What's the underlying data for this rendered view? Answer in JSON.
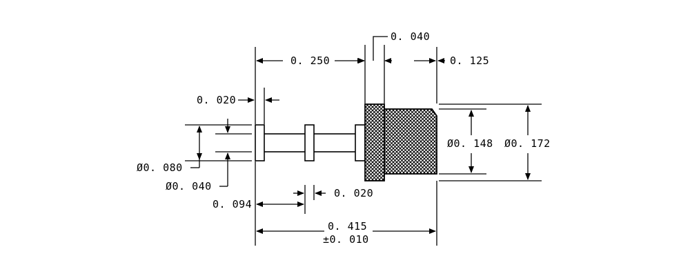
{
  "dimensions": {
    "overall_length": "0. 415",
    "overall_tolerance": "±0. 010",
    "flange_to_knurl": "0. 250",
    "knurl_shoulder": "0. 040",
    "knurl_length": "0. 125",
    "flange_thickness": "0. 020",
    "collar_thickness": "0. 020",
    "flange_to_collar": "0. 094",
    "flange_diameter": "Ø0. 080",
    "pin_diameter": "Ø0. 040",
    "knurl_inner_diameter": "Ø0. 148",
    "knurl_outer_diameter": "Ø0. 172"
  }
}
